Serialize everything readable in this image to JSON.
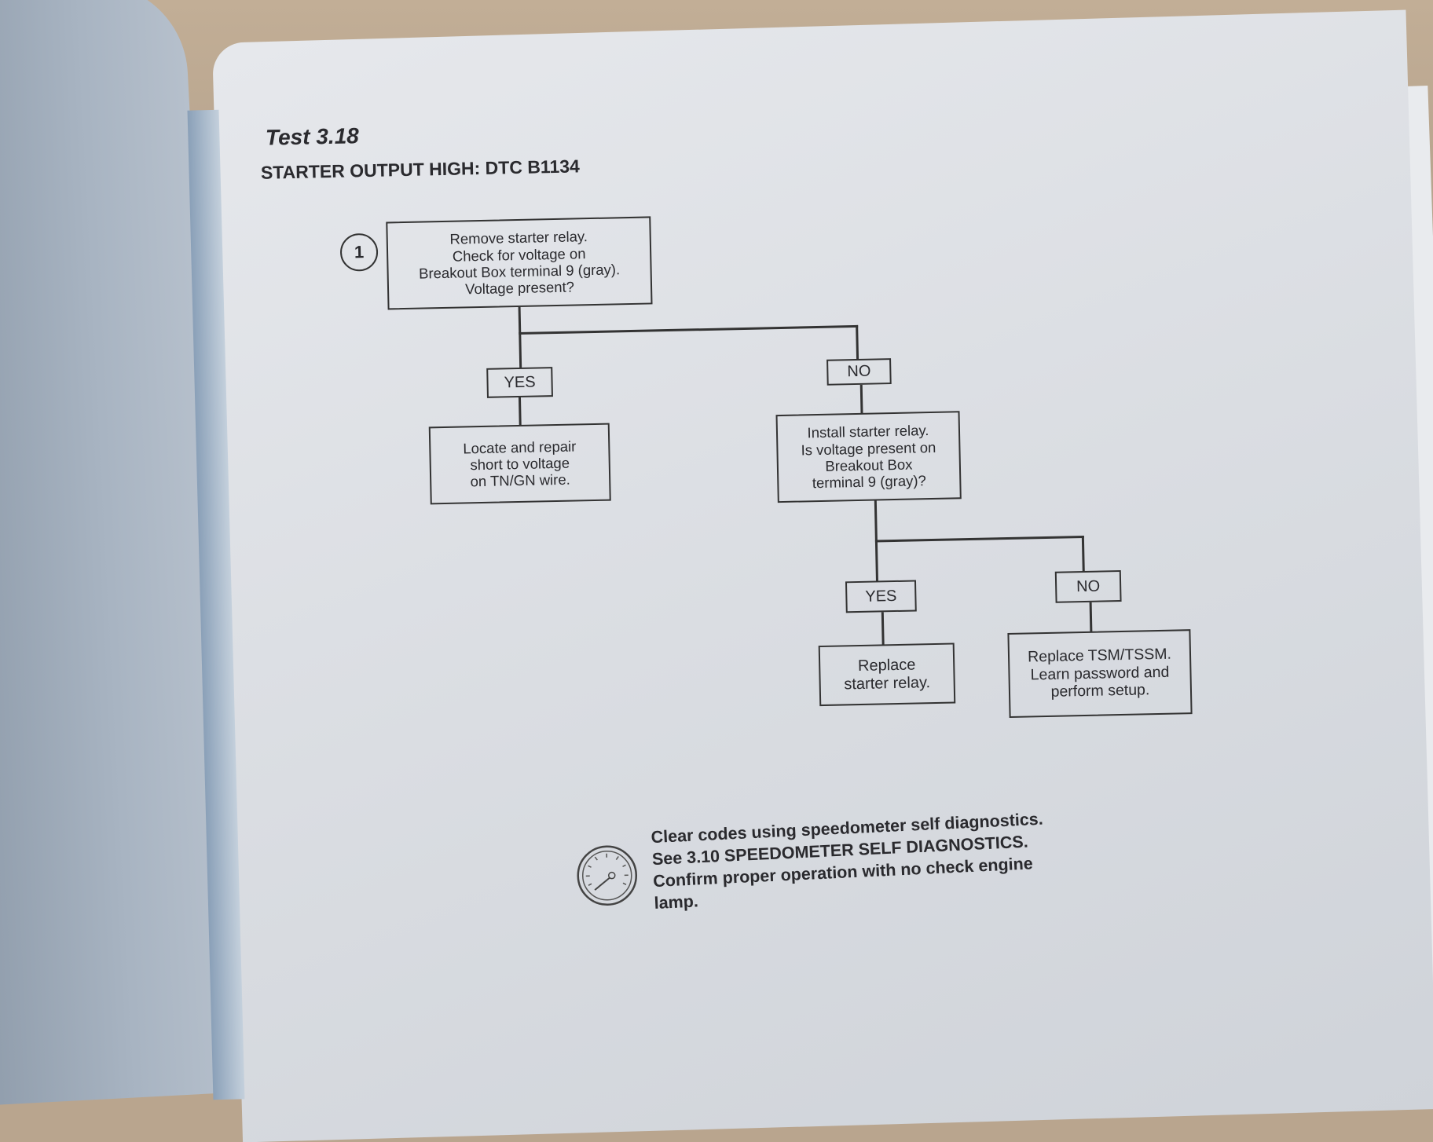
{
  "test": {
    "label": "Test 3.18",
    "title": "STARTER OUTPUT HIGH: DTC B1134"
  },
  "flowchart": {
    "step_number": "1",
    "step1": "Remove starter relay.\nCheck for voltage on\nBreakout Box terminal 9 (gray).\nVoltage present?",
    "yes1": "YES",
    "no1": "NO",
    "yes1_action": "Locate and repair\nshort to voltage\non TN/GN wire.",
    "step2": "Install starter relay.\nIs voltage present on\nBreakout Box\nterminal 9 (gray)?",
    "yes2": "YES",
    "no2": "NO",
    "yes2_action": "Replace\nstarter relay.",
    "no2_action": "Replace TSM/TSSM.\nLearn password and\nperform setup."
  },
  "note": {
    "icon": "speedometer-icon",
    "lines": [
      "Clear codes using speedometer self diagnostics.",
      "See 3.10 SPEEDOMETER SELF DIAGNOSTICS.",
      "Confirm proper operation with no check engine",
      "lamp."
    ]
  }
}
